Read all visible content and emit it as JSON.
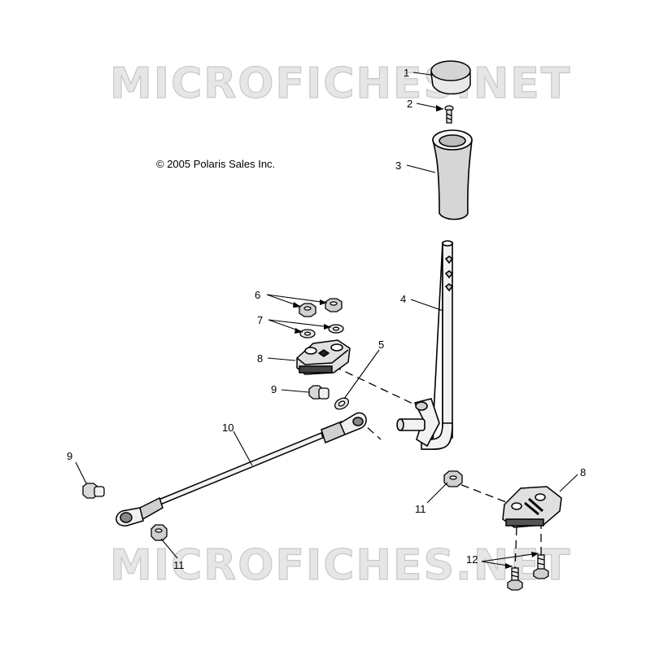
{
  "copyright": "© 2005 Polaris Sales Inc.",
  "watermark": "MICROFICHES.NET",
  "callouts": {
    "c1": "1",
    "c2": "2",
    "c3": "3",
    "c4": "4",
    "c5": "5",
    "c6": "6",
    "c7": "7",
    "c8a": "8",
    "c8b": "8",
    "c9a": "9",
    "c9b": "9",
    "c10": "10",
    "c11a": "11",
    "c11b": "11",
    "c12": "12"
  },
  "colors": {
    "line": "#000000",
    "part_fill": "#f2f2f2",
    "part_shade": "#cfcfcf",
    "watermark": "#e6e6e6"
  }
}
